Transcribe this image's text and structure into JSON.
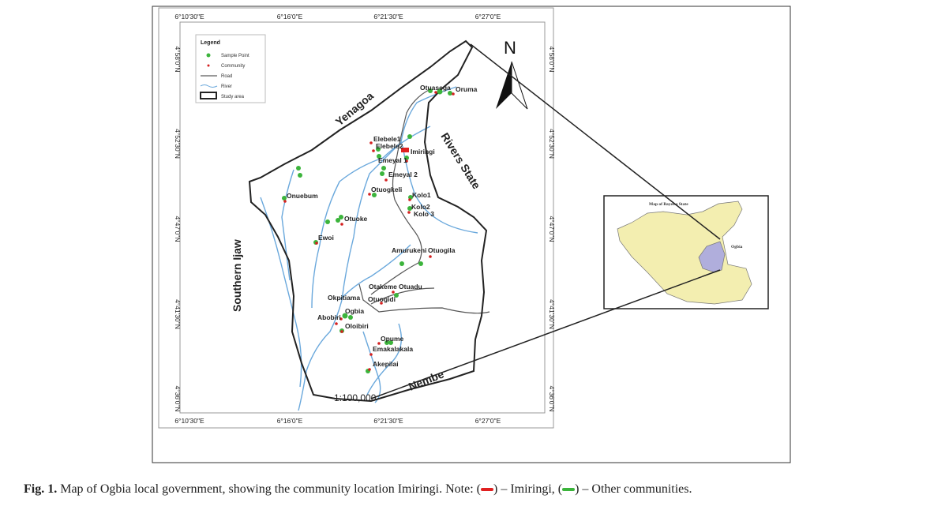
{
  "map": {
    "top_coords": [
      "6°10'30\"E",
      "6°16'0\"E",
      "6°21'30\"E",
      "6°27'0\"E"
    ],
    "bottom_coords": [
      "6°10'30\"E",
      "6°16'0\"E",
      "6°21'30\"E",
      "6°27'0\"E"
    ],
    "left_coords": [
      "4°58'0\"N",
      "4°52'30\"N",
      "4°47'0\"N",
      "4°41'30\"N",
      "4°36'0\"N"
    ],
    "right_coords": [
      "4°58'0\"N",
      "4°52'30\"N",
      "4°47'0\"N",
      "4°41'30\"N",
      "4°36'0\"N"
    ],
    "legend": {
      "title": "Legend",
      "items": [
        "Sample Point",
        "Community",
        "Road",
        "River",
        "Study area"
      ]
    },
    "north": "N",
    "scale": "1:100,000",
    "regions": {
      "yenagoa": "Yenagoa",
      "rivers": "Rivers State",
      "southern_ijaw": "Southern Ijaw",
      "nembe": "Nembe"
    },
    "communities": [
      "Otuasega",
      "Oruma",
      "Elebele1",
      "Elebele2",
      "Imiringi",
      "Emeyal 1",
      "Emeyal 2",
      "Onuebum",
      "Otuogkeli",
      "Kolo1",
      "Kolo2",
      "Kolo 3",
      "Otuoke",
      "Ewoi",
      "Amurukeni",
      "Otuogila",
      "Otakeme",
      "Otuadu",
      "Okpitiama",
      "Otuogidi",
      "Ogbia",
      "Abobiri",
      "Oloibiri",
      "Opume",
      "Emakalakala",
      "Akepilai"
    ],
    "inset": {
      "title": "Map of Bayelsa State",
      "label": "Ogbia"
    },
    "colors": {
      "sample": "#3cb43c",
      "community": "#d42020",
      "imiringi": "#e02020",
      "river": "#6aa8dc",
      "inset_fill": "#f3eeb0",
      "ogbia_fill": "#b0aedc"
    }
  },
  "caption": {
    "label": "Fig. 1.",
    "text1": " Map of Ogbia local government, showing the community location Imiringi. Note: (",
    "text2": ") – Imiringi, (",
    "text3": ") – Other communities."
  }
}
